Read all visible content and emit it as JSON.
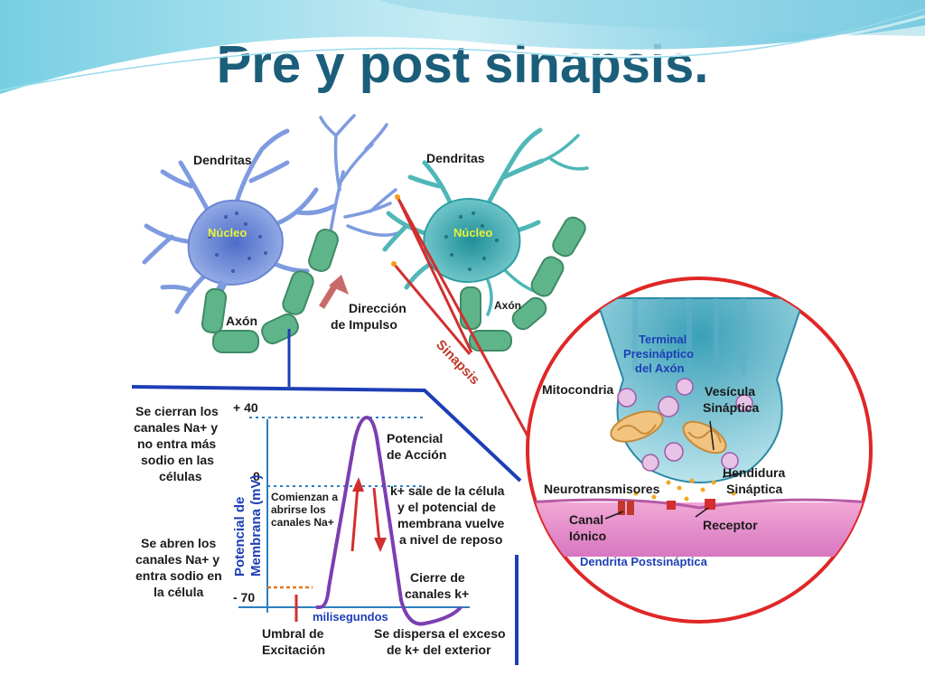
{
  "title": "Pre y post sinapsis.",
  "colors": {
    "title": "#1b5e7a",
    "neuron_left": "#6f8fd6",
    "neuron_right": "#3aa3a8",
    "myelin": "#5fb58a",
    "blue_line": "#1d3fb5",
    "red": "#d32f2f",
    "purple": "#7b3fb0"
  },
  "neurons": {
    "left_dendrites": "Dendritas",
    "left_nucleus": "Núcleo",
    "left_axon": "Axón",
    "direction_line1": "Dirección",
    "direction_line2": "de Impulso",
    "right_dendrites": "Dendritas",
    "right_nucleus": "Núcleo",
    "right_axon": "Axón",
    "synapse": "Sinapsis"
  },
  "synapse_detail": {
    "terminal_line1": "Terminal",
    "terminal_line2": "Presináptico",
    "terminal_line3": "del Axón",
    "mitochondria": "Mitocondria",
    "vesicle_line1": "Vesícula",
    "vesicle_line2": "Sináptica",
    "cleft_line1": "Hendidura",
    "cleft_line2": "Sináptica",
    "neurotransmitters": "Neurotransmisores",
    "channel_line1": "Canal",
    "channel_line2": "Iónico",
    "receptor": "Receptor",
    "postsynaptic": "Dendrita Postsináptica"
  },
  "graph": {
    "ylabel_line1": "Potencial de",
    "ylabel_line2": "Membrana (mV)",
    "y_top": "+ 40",
    "y_zero": "0",
    "y_bottom": "- 70",
    "xlabel": "milisegundos",
    "left_top": [
      "Se cierran los",
      "canales Na+ y",
      "no entra más",
      "sodio en las",
      "células"
    ],
    "left_bottom": [
      "Se abren los",
      "canales Na+ y",
      "entra sodio en",
      "la célula"
    ],
    "start_open": [
      "Comienzan a",
      "abrirse los",
      "canales Na+"
    ],
    "action_potential": [
      "Potencial",
      "de Acción"
    ],
    "k_exit": [
      "k+ sale de la célula",
      "y el potencial de",
      "membrana vuelve",
      "a nivel de reposo"
    ],
    "k_close": [
      "Cierre de",
      "canales k+"
    ],
    "threshold": [
      "Umbral de",
      "Excitación"
    ],
    "k_disperse": [
      "Se dispersa el exceso",
      "de k+ del exterior"
    ]
  }
}
